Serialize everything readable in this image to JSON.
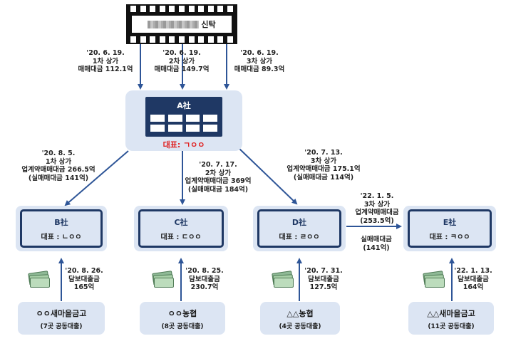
{
  "trust": {
    "name": "신탁"
  },
  "trust_sales": [
    {
      "date": "'20. 6. 19.",
      "phase": "1차 상가",
      "amount": "매매대금 112.1억"
    },
    {
      "date": "'20. 6. 19.",
      "phase": "2차 상가",
      "amount": "매매대금 149.7억"
    },
    {
      "date": "'20. 6. 19.",
      "phase": "3차 상가",
      "amount": "매매대금 89.3억"
    }
  ],
  "company_a": {
    "name": "A社",
    "rep": "대표: ㄱㅇㅇ"
  },
  "resales": {
    "b": {
      "date": "'20. 8. 5.",
      "phase": "1차 상가",
      "contract": "업계약매매대금 266.5억",
      "actual": "(실매매대금 141억)"
    },
    "c": {
      "date": "'20. 7. 17.",
      "phase": "2차 상가",
      "contract": "업계약매매대금 369억",
      "actual": "(실매매대금 184억)"
    },
    "d": {
      "date": "'20. 7. 13.",
      "phase": "3차 상가",
      "contract": "업계약매매대금 175.1억",
      "actual": "(실매매대금 114억)"
    },
    "e": {
      "date": "'22. 1. 5.",
      "phase": "3차 상가",
      "contract": "업계약매매대금",
      "contract_amount": "(253.5억)",
      "actual": "실매매대금",
      "actual_amount": "(141억)"
    }
  },
  "companies": [
    {
      "name": "B社",
      "rep": "대표 : ㄴㅇㅇ"
    },
    {
      "name": "C社",
      "rep": "대표 : ㄷㅇㅇ"
    },
    {
      "name": "D社",
      "rep": "대표 : ㄹㅇㅇ"
    },
    {
      "name": "E社",
      "rep": "대표 : ㅋㅇㅇ"
    }
  ],
  "loans": [
    {
      "date": "'20. 8. 26.",
      "label": "담보대출금",
      "amount": "165억"
    },
    {
      "date": "'20. 8. 25.",
      "label": "담보대출금",
      "amount": "230.7억"
    },
    {
      "date": "'20. 7. 31.",
      "label": "담보대출금",
      "amount": "127.5억"
    },
    {
      "date": "'22. 1. 13.",
      "label": "담보대출금",
      "amount": "164억"
    }
  ],
  "lenders": [
    {
      "name": "ㅇㅇ새마을금고",
      "note": "(7곳 공동대출)"
    },
    {
      "name": "ㅇㅇ농협",
      "note": "(8곳 공동대출)"
    },
    {
      "name": "△△농협",
      "note": "(4곳 공동대출)"
    },
    {
      "name": "△△새마을금고",
      "note": "(11곳 공동대출)"
    }
  ],
  "colors": {
    "navy": "#1f3864",
    "box_fill": "#dce5f3",
    "arrow": "#2e5597",
    "rep_red": "#e02020"
  }
}
